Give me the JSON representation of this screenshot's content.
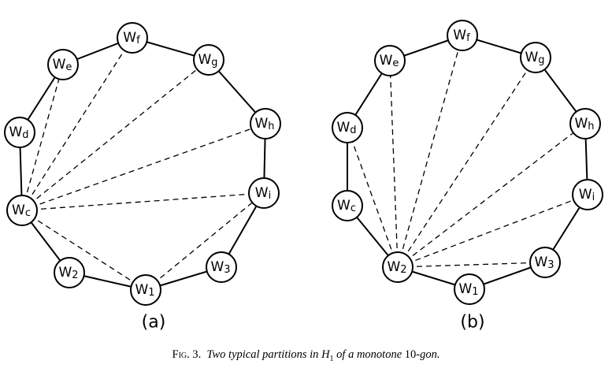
{
  "panels": [
    {
      "id": "a",
      "label": "(a)",
      "nodes": [
        {
          "id": "wf",
          "base": "W",
          "sub": "f"
        },
        {
          "id": "wg",
          "base": "W",
          "sub": "g"
        },
        {
          "id": "wh",
          "base": "W",
          "sub": "h"
        },
        {
          "id": "wi",
          "base": "W",
          "sub": "i"
        },
        {
          "id": "w3",
          "base": "W",
          "sub": "3"
        },
        {
          "id": "w1",
          "base": "W",
          "sub": "1"
        },
        {
          "id": "w2",
          "base": "W",
          "sub": "2"
        },
        {
          "id": "wc",
          "base": "W",
          "sub": "c"
        },
        {
          "id": "wd",
          "base": "W",
          "sub": "d"
        },
        {
          "id": "we",
          "base": "W",
          "sub": "e"
        }
      ],
      "polygon_edges": [
        [
          "wf",
          "wg"
        ],
        [
          "wg",
          "wh"
        ],
        [
          "wh",
          "wi"
        ],
        [
          "wi",
          "w3"
        ],
        [
          "w3",
          "w1"
        ],
        [
          "w1",
          "w2"
        ],
        [
          "w2",
          "wc"
        ],
        [
          "wc",
          "wd"
        ],
        [
          "wd",
          "we"
        ],
        [
          "we",
          "wf"
        ]
      ],
      "dashed_diagonals": [
        [
          "wc",
          "we"
        ],
        [
          "wc",
          "wf"
        ],
        [
          "wc",
          "wg"
        ],
        [
          "wc",
          "wh"
        ],
        [
          "wc",
          "wi"
        ],
        [
          "wc",
          "w1"
        ],
        [
          "w1",
          "wi"
        ]
      ]
    },
    {
      "id": "b",
      "label": "(b)",
      "nodes": [
        {
          "id": "wf",
          "base": "W",
          "sub": "f"
        },
        {
          "id": "wg",
          "base": "W",
          "sub": "g"
        },
        {
          "id": "wh",
          "base": "W",
          "sub": "h"
        },
        {
          "id": "wi",
          "base": "W",
          "sub": "i"
        },
        {
          "id": "w3",
          "base": "W",
          "sub": "3"
        },
        {
          "id": "w1",
          "base": "W",
          "sub": "1"
        },
        {
          "id": "w2",
          "base": "W",
          "sub": "2"
        },
        {
          "id": "wc",
          "base": "W",
          "sub": "c"
        },
        {
          "id": "wd",
          "base": "W",
          "sub": "d"
        },
        {
          "id": "we",
          "base": "W",
          "sub": "e"
        }
      ],
      "polygon_edges": [
        [
          "wf",
          "wg"
        ],
        [
          "wg",
          "wh"
        ],
        [
          "wh",
          "wi"
        ],
        [
          "wi",
          "w3"
        ],
        [
          "w3",
          "w1"
        ],
        [
          "w1",
          "w2"
        ],
        [
          "w2",
          "wc"
        ],
        [
          "wc",
          "wd"
        ],
        [
          "wd",
          "we"
        ],
        [
          "we",
          "wf"
        ]
      ],
      "dashed_diagonals": [
        [
          "w2",
          "wd"
        ],
        [
          "w2",
          "we"
        ],
        [
          "w2",
          "wf"
        ],
        [
          "w2",
          "wg"
        ],
        [
          "w2",
          "wh"
        ],
        [
          "w2",
          "wi"
        ],
        [
          "w2",
          "w3"
        ]
      ]
    }
  ],
  "caption": {
    "prefix": "Fig. 3.",
    "text_1": "Two typical partitions in",
    "math_base": "H",
    "math_sub": "1",
    "text_2": "of a monotone",
    "number": "10",
    "text_3": "-gon."
  }
}
